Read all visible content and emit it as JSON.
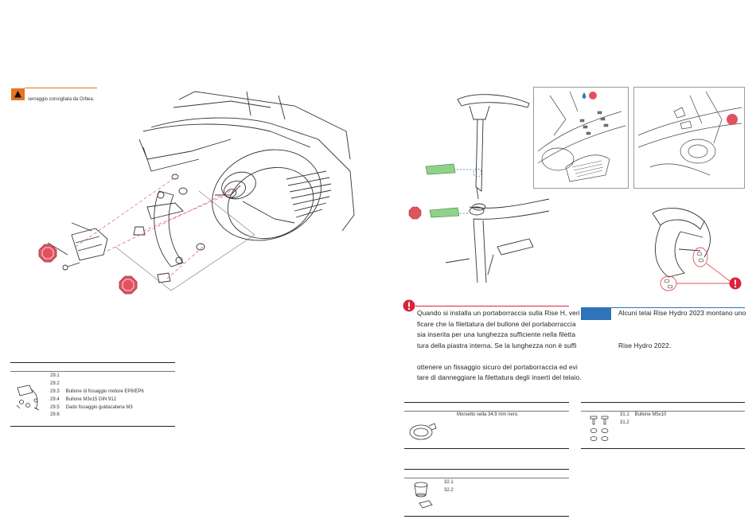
{
  "left": {
    "warning_note": "serraggio consigliata da Orbea.",
    "parts_table": {
      "items": [
        {
          "code": "29.1",
          "desc": ""
        },
        {
          "code": "29.2",
          "desc": ""
        },
        {
          "code": "29.3",
          "desc": "Bullone di fissaggio motore EP8/EP6"
        },
        {
          "code": "29.4",
          "desc": "Bullone M3x15 DIN 912"
        },
        {
          "code": "29.5",
          "desc": "Dado fissaggio guidacatena M3"
        },
        {
          "code": "29.6",
          "desc": ""
        }
      ]
    }
  },
  "right": {
    "alert_lines": [
      "Quando si installa un portaborraccia sulla Rise H, veri",
      "ficare che la filettatura del bullone del portaborraccia",
      "sia inserita per una lunghezza sufficiente nella filetta",
      "tura della piastra interna. Se la lunghezza non è suffi",
      "",
      "ottenere un fissaggio sicuro del portaborraccia ed evi",
      "tare di danneggiare la filettatura degli inserti del telaio."
    ],
    "info_lines": [
      "Alcuni telai Rise Hydro 2023 montano uno",
      "",
      "",
      "Rise Hydro 2022."
    ],
    "seat_clamp_table": {
      "desc": "Morsetto sella 34,9 mm nero."
    },
    "bolt_table": {
      "items": [
        {
          "code": "31.1",
          "desc": "Bullone M5x10"
        },
        {
          "code": "31.2",
          "desc": ""
        }
      ]
    },
    "plug_table": {
      "items": [
        {
          "code": "32.1",
          "desc": ""
        },
        {
          "code": "32.2",
          "desc": ""
        }
      ]
    }
  },
  "colors": {
    "warning_orange": "#e8731e",
    "alert_red": "#d9243a",
    "info_blue": "#2f73b8",
    "torque_red": "#e0525f",
    "highlight_green": "#8fd28a"
  },
  "icons": {
    "warning": "warning-triangle-icon",
    "alert": "exclamation-circle-icon",
    "torque": "torque-octagon-icon",
    "water_drop": "water-drop-icon"
  }
}
